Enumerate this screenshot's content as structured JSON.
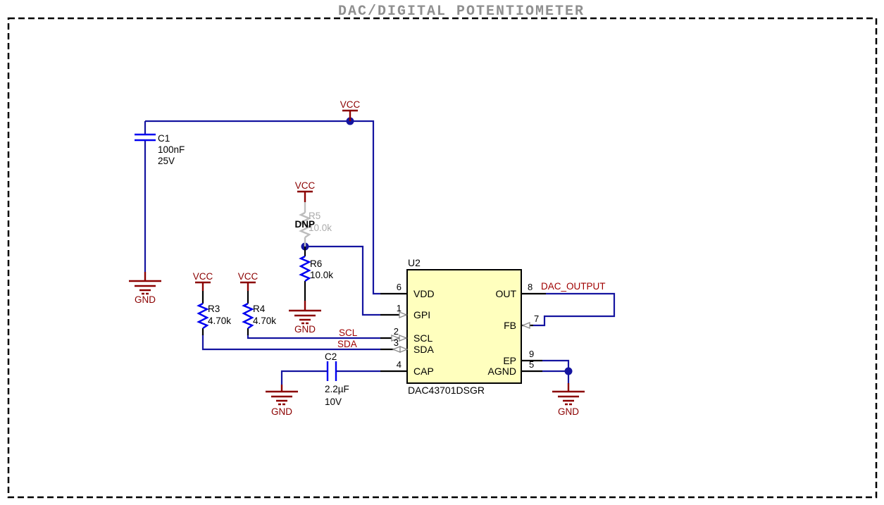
{
  "title": "DAC/DIGITAL POTENTIOMETER",
  "colors": {
    "wire": "#1414A0",
    "component_glyph": "#0000F0",
    "power_symbol": "#8B0000",
    "net_label": "#A00000",
    "chip_fill": "#FFFFBE",
    "dnp_gray": "#BDBDBD",
    "title_gray": "#8F8F8F"
  },
  "components": {
    "c1": {
      "ref": "C1",
      "value": "100nF",
      "voltage": "25V"
    },
    "c2": {
      "ref": "C2",
      "value": "2.2µF",
      "voltage": "10V"
    },
    "r3": {
      "ref": "R3",
      "value": "4.70k"
    },
    "r4": {
      "ref": "R4",
      "value": "4.70k"
    },
    "r5": {
      "ref": "R5",
      "value": "10.0k",
      "note": "DNP"
    },
    "r6": {
      "ref": "R6",
      "value": "10.0k"
    },
    "u2": {
      "ref": "U2",
      "part": "DAC43701DSGR",
      "left_pins": [
        {
          "num": "6",
          "name": "VDD"
        },
        {
          "num": "1",
          "name": "GPI"
        },
        {
          "num": "2",
          "name": "SCL"
        },
        {
          "num": "3",
          "name": "SDA"
        },
        {
          "num": "4",
          "name": "CAP"
        }
      ],
      "right_pins": [
        {
          "num": "8",
          "name": "OUT"
        },
        {
          "num": "7",
          "name": "FB"
        },
        {
          "num": "9",
          "name": "EP"
        },
        {
          "num": "5",
          "name": "AGND"
        }
      ]
    }
  },
  "nets": {
    "scl": "SCL",
    "sda": "SDA",
    "dac_output": "DAC_OUTPUT"
  },
  "power": {
    "vcc": "VCC",
    "gnd": "GND"
  }
}
